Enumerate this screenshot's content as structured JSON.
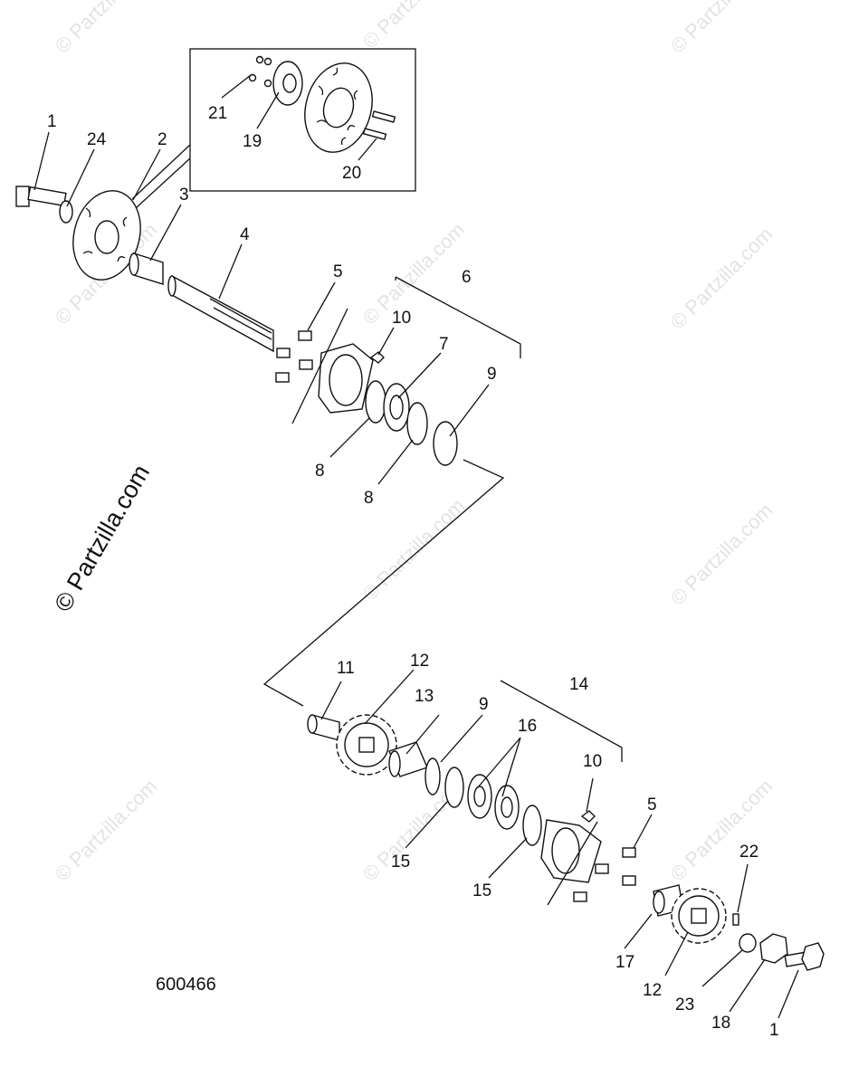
{
  "diagram": {
    "watermark_text": "© Partzilla.com",
    "figure_number": "600466",
    "callouts": [
      "1",
      "24",
      "2",
      "3",
      "4",
      "21",
      "19",
      "20",
      "5",
      "6",
      "10",
      "7",
      "9",
      "8",
      "8",
      "11",
      "12",
      "13",
      "9",
      "16",
      "14",
      "10",
      "5",
      "22",
      "15",
      "15",
      "17",
      "12",
      "23",
      "18",
      "1"
    ]
  }
}
